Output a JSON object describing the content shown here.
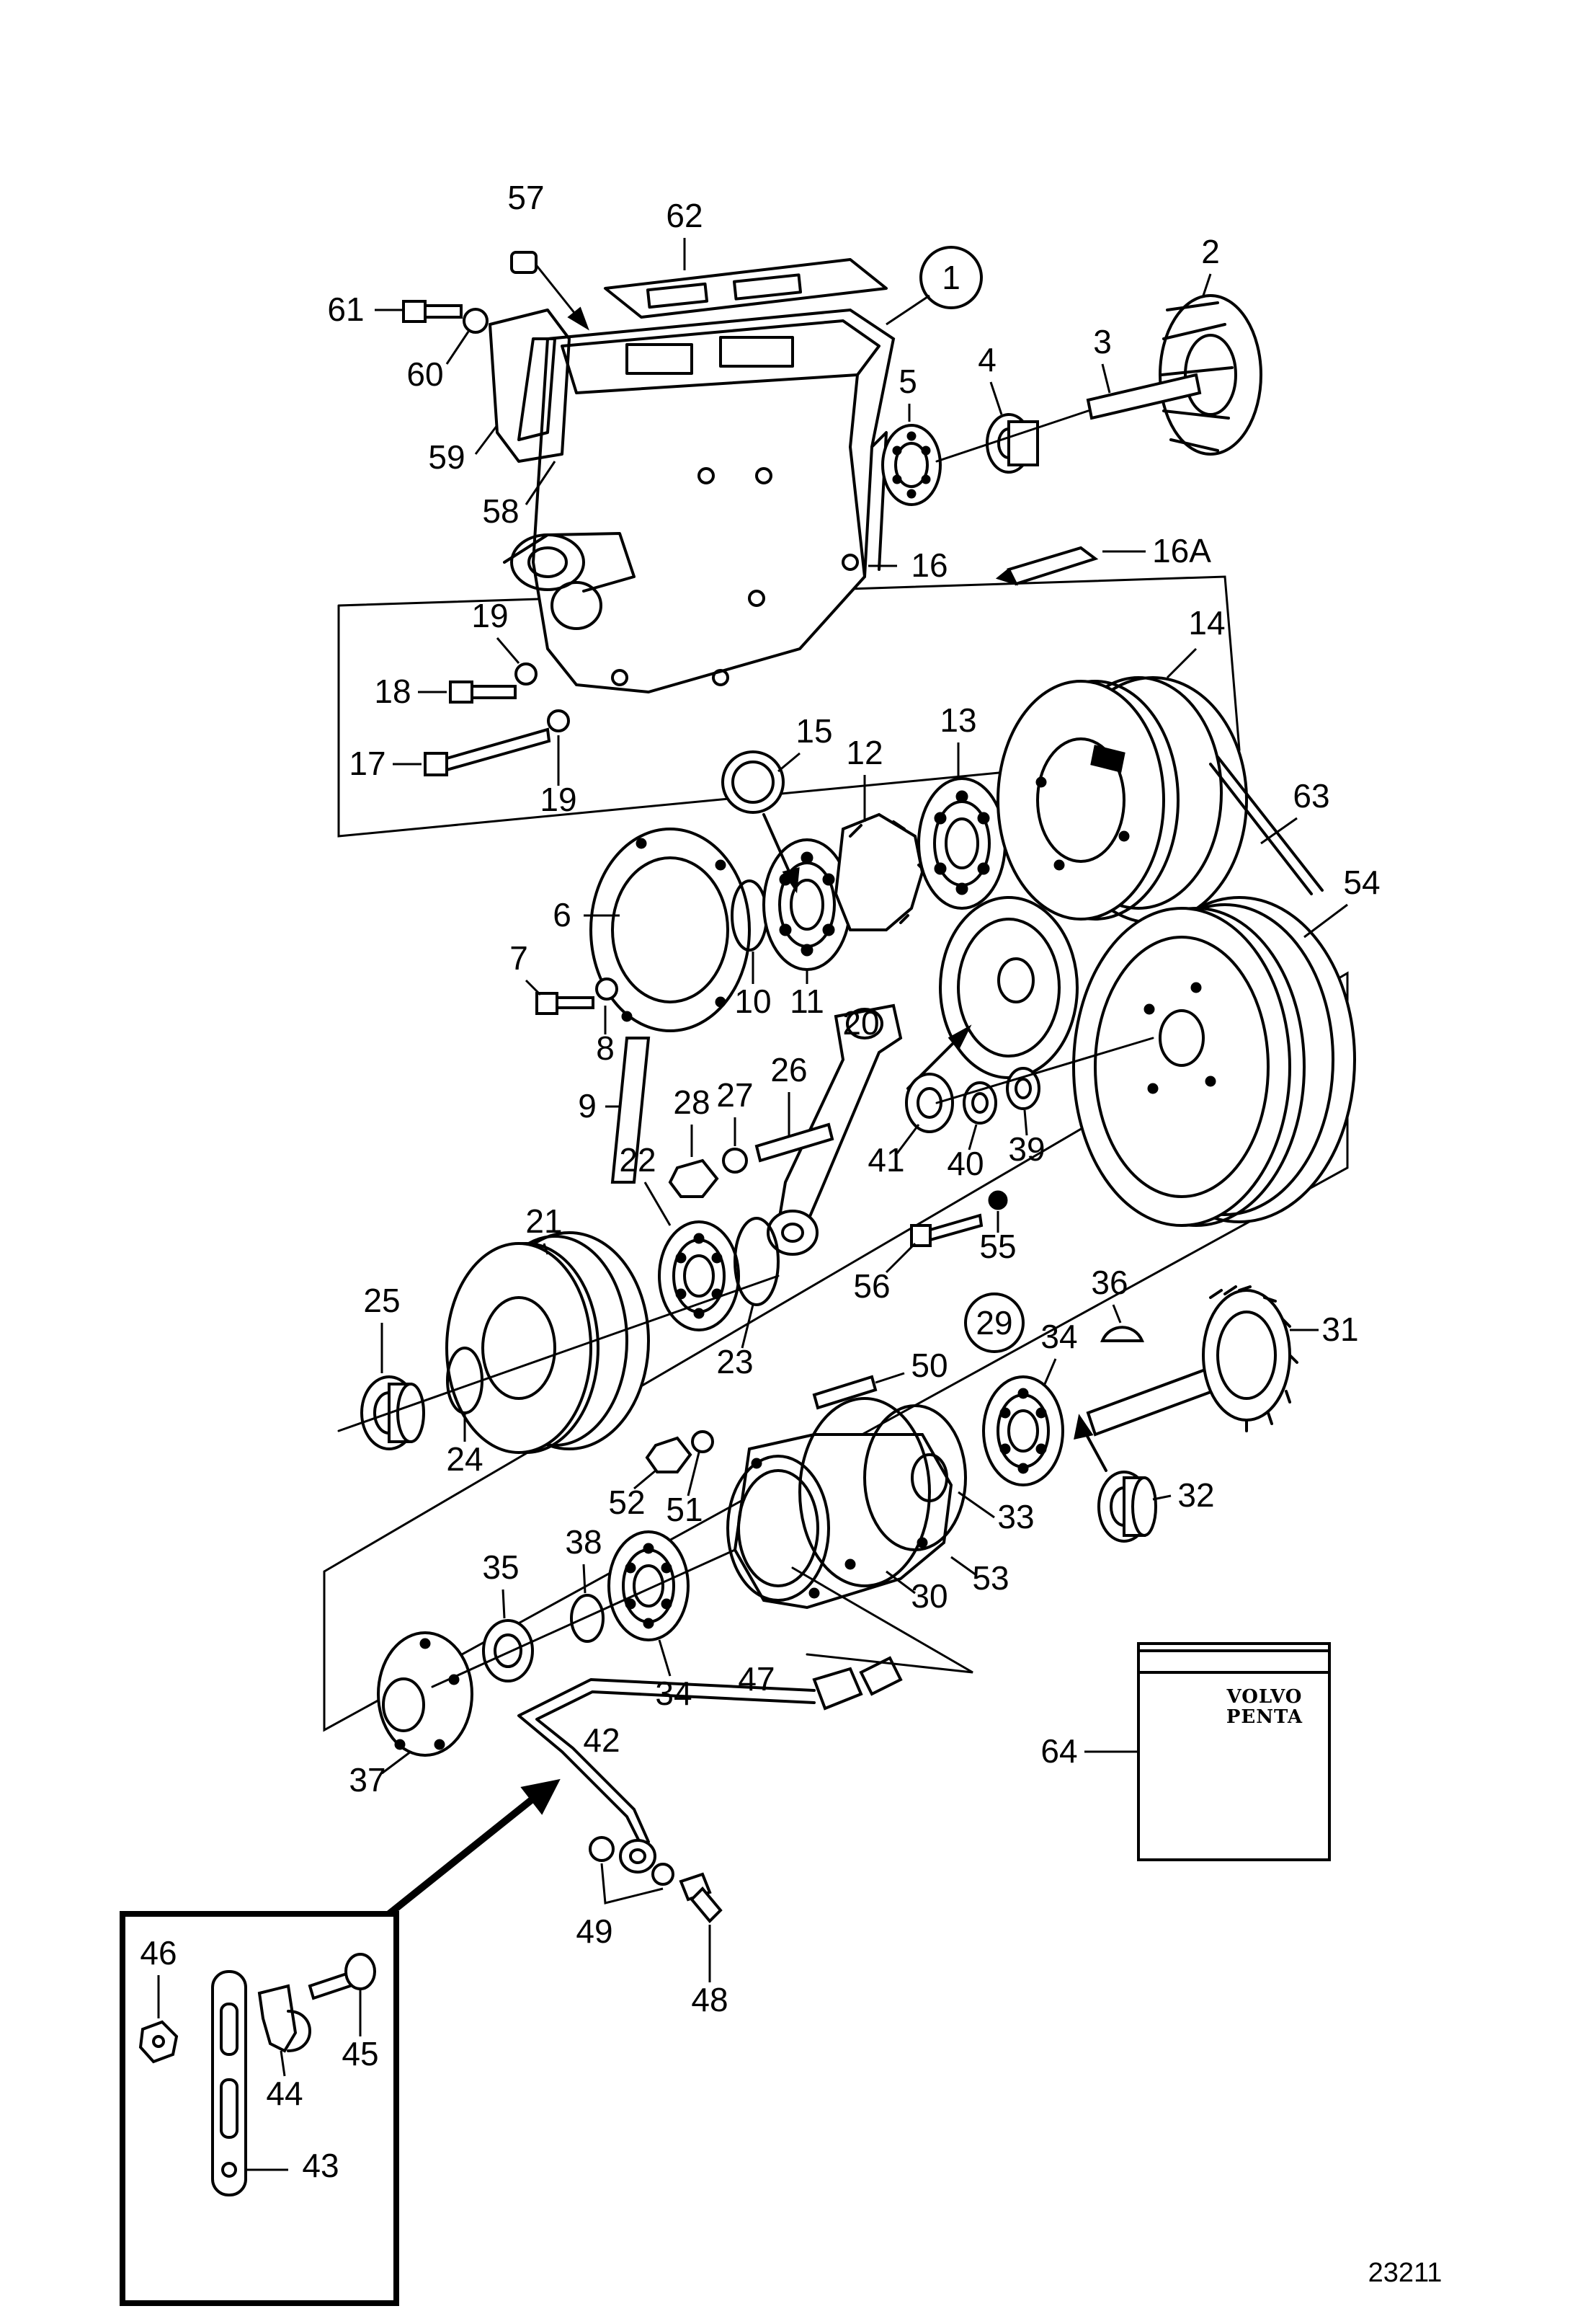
{
  "drawing": {
    "figure_number": "23211",
    "brand_lines": [
      "VOLVO",
      "PENTA"
    ],
    "callouts": {
      "c1": "1",
      "c2": "2",
      "c3": "3",
      "c4": "4",
      "c5": "5",
      "c6": "6",
      "c7": "7",
      "c8": "8",
      "c9": "9",
      "c10": "10",
      "c11": "11",
      "c12": "12",
      "c13": "13",
      "c14": "14",
      "c15": "15",
      "c16": "16",
      "c16a": "16A",
      "c17": "17",
      "c18": "18",
      "c19a": "19",
      "c19b": "19",
      "c20": "20",
      "c21": "21",
      "c22": "22",
      "c23": "23",
      "c24": "24",
      "c25": "25",
      "c26": "26",
      "c27": "27",
      "c28": "28",
      "c29": "29",
      "c30": "30",
      "c31": "31",
      "c32": "32",
      "c33": "33",
      "c34a": "34",
      "c34b": "34",
      "c35": "35",
      "c36": "36",
      "c37": "37",
      "c38": "38",
      "c39": "39",
      "c40": "40",
      "c41": "41",
      "c42": "42",
      "c43": "43",
      "c44": "44",
      "c45": "45",
      "c46": "46",
      "c47": "47",
      "c48": "48",
      "c49": "49",
      "c50": "50",
      "c51": "51",
      "c52": "52",
      "c53": "53",
      "c54": "54",
      "c55": "55",
      "c56": "56",
      "c57": "57",
      "c58": "58",
      "c59": "59",
      "c60": "60",
      "c61": "61",
      "c62": "62",
      "c63": "63",
      "c64": "64"
    }
  }
}
